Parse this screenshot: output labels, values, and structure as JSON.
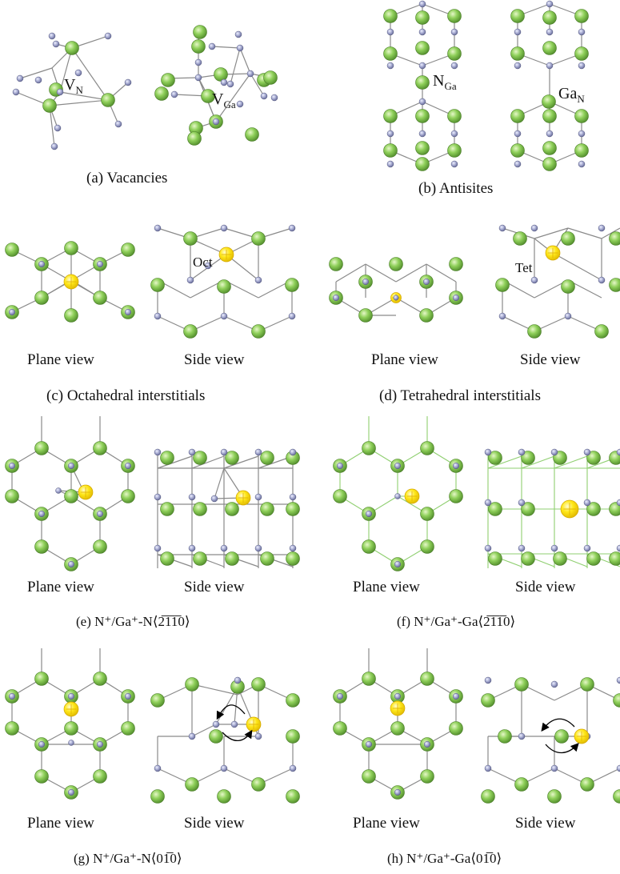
{
  "panels": {
    "a": {
      "caption": "(a) Vacancies",
      "labels": {
        "vn": "V",
        "vn_sub": "N",
        "vga": "V",
        "vga_sub": "Ga"
      }
    },
    "b": {
      "caption": "(b) Antisites",
      "labels": {
        "nga": "N",
        "nga_sub": "Ga",
        "gan": "Ga",
        "gan_sub": "N"
      }
    },
    "c": {
      "caption": "(c) Octahedral interstitials",
      "plane": "Plane view",
      "side": "Side view",
      "site": "Oct"
    },
    "d": {
      "caption": "(d) Tetrahedral interstitials",
      "plane": "Plane view",
      "side": "Side view",
      "site": "Tet"
    },
    "e": {
      "caption": "(e) N⁺/Ga⁺-N⟨2̅1̅1̅0⟩",
      "plane": "Plane view",
      "side": "Side view"
    },
    "f": {
      "caption": "(f) N⁺/Ga⁺-Ga⟨2̅1̅1̅0⟩",
      "plane": "Plane view",
      "side": "Side view"
    },
    "g": {
      "caption": "(g) N⁺/Ga⁺-N⟨01̅0⟩",
      "plane": "Plane view",
      "side": "Side view"
    },
    "h": {
      "caption": "(h) N⁺/Ga⁺-Ga⟨01̅0⟩",
      "plane": "Plane view",
      "side": "Side view"
    }
  },
  "colors": {
    "ga": "#7fbf4d",
    "n": "#9a9fc4",
    "interstitial": "#ffe51a",
    "bond": "#8a8a8a"
  },
  "atom_types": {
    "ga": "Ga",
    "n": "N",
    "interstitial": "interstitial"
  }
}
